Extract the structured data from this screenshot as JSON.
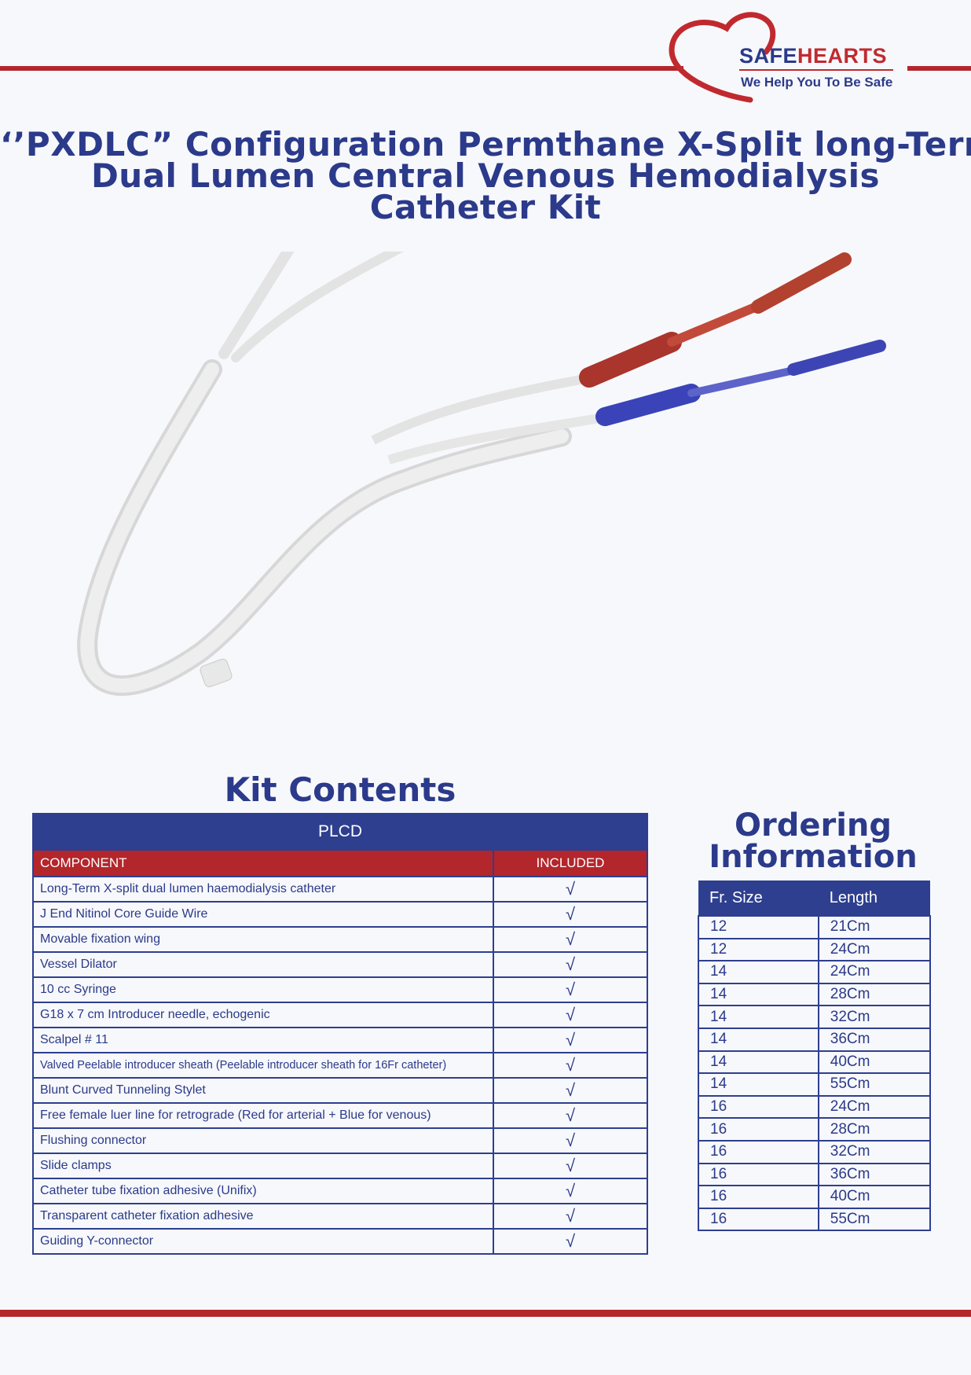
{
  "brand": {
    "name_part1": "SAFE",
    "name_part2": "HEARTS",
    "tagline": "We Help You To Be Safe"
  },
  "colors": {
    "navy": "#2e3f8f",
    "red": "#b3262b",
    "background": "#f7f8fb"
  },
  "title": {
    "line1": "‘’PXDLC” Configuration Permthane X-Split long-Term",
    "line2": "Dual Lumen Central Venous Hemodialysis",
    "line3": "Catheter Kit"
  },
  "product_image": {
    "icon": "catheter-illustration"
  },
  "kit": {
    "heading": "Kit Contents",
    "table_title": "PLCD",
    "col_component": "COMPONENT",
    "col_included": "INCLUDED",
    "check_mark": "√",
    "items": [
      "Long-Term X-split dual lumen haemodialysis catheter",
      "J End Nitinol Core Guide Wire",
      "Movable fixation wing",
      "Vessel Dilator",
      "10 cc Syringe",
      "G18 x 7 cm Introducer needle, echogenic",
      "Scalpel # 11",
      "Valved Peelable introducer sheath (Peelable introducer sheath for 16Fr catheter)",
      "Blunt Curved Tunneling Stylet",
      "Free female luer line for retrograde (Red for arterial + Blue for venous)",
      "Flushing connector",
      "Slide clamps",
      "Catheter tube fixation adhesive (Unifix)",
      "Transparent catheter fixation adhesive",
      "Guiding Y-connector"
    ]
  },
  "ordering": {
    "heading_line1": "Ordering",
    "heading_line2": "Information",
    "col_size": "Fr. Size",
    "col_length": "Length",
    "rows": [
      [
        "12",
        "21Cm"
      ],
      [
        "12",
        "24Cm"
      ],
      [
        "14",
        "24Cm"
      ],
      [
        "14",
        "28Cm"
      ],
      [
        "14",
        "32Cm"
      ],
      [
        "14",
        "36Cm"
      ],
      [
        "14",
        "40Cm"
      ],
      [
        "14",
        "55Cm"
      ],
      [
        "16",
        "24Cm"
      ],
      [
        "16",
        "28Cm"
      ],
      [
        "16",
        "32Cm"
      ],
      [
        "16",
        "36Cm"
      ],
      [
        "16",
        "40Cm"
      ],
      [
        "16",
        "55Cm"
      ]
    ]
  }
}
